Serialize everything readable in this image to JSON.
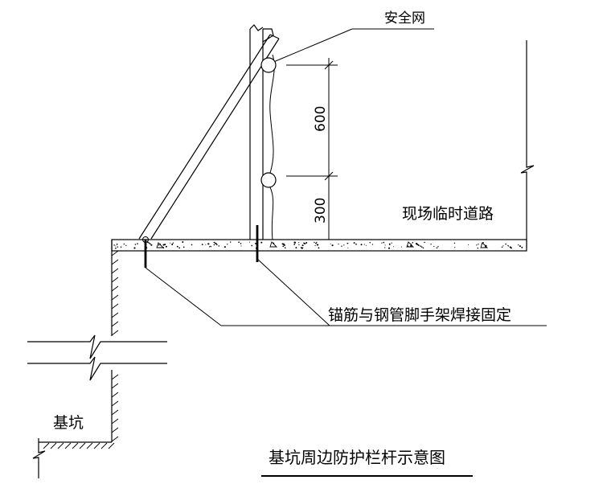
{
  "labels": {
    "safety_net": "安全网",
    "road": "现场临时道路",
    "anchor_note": "锚筋与钢管脚手架焊接固定",
    "pit": "基坑",
    "title": "基坑周边防护栏杆示意图"
  },
  "dimensions": {
    "upper": "600",
    "lower": "300"
  }
}
